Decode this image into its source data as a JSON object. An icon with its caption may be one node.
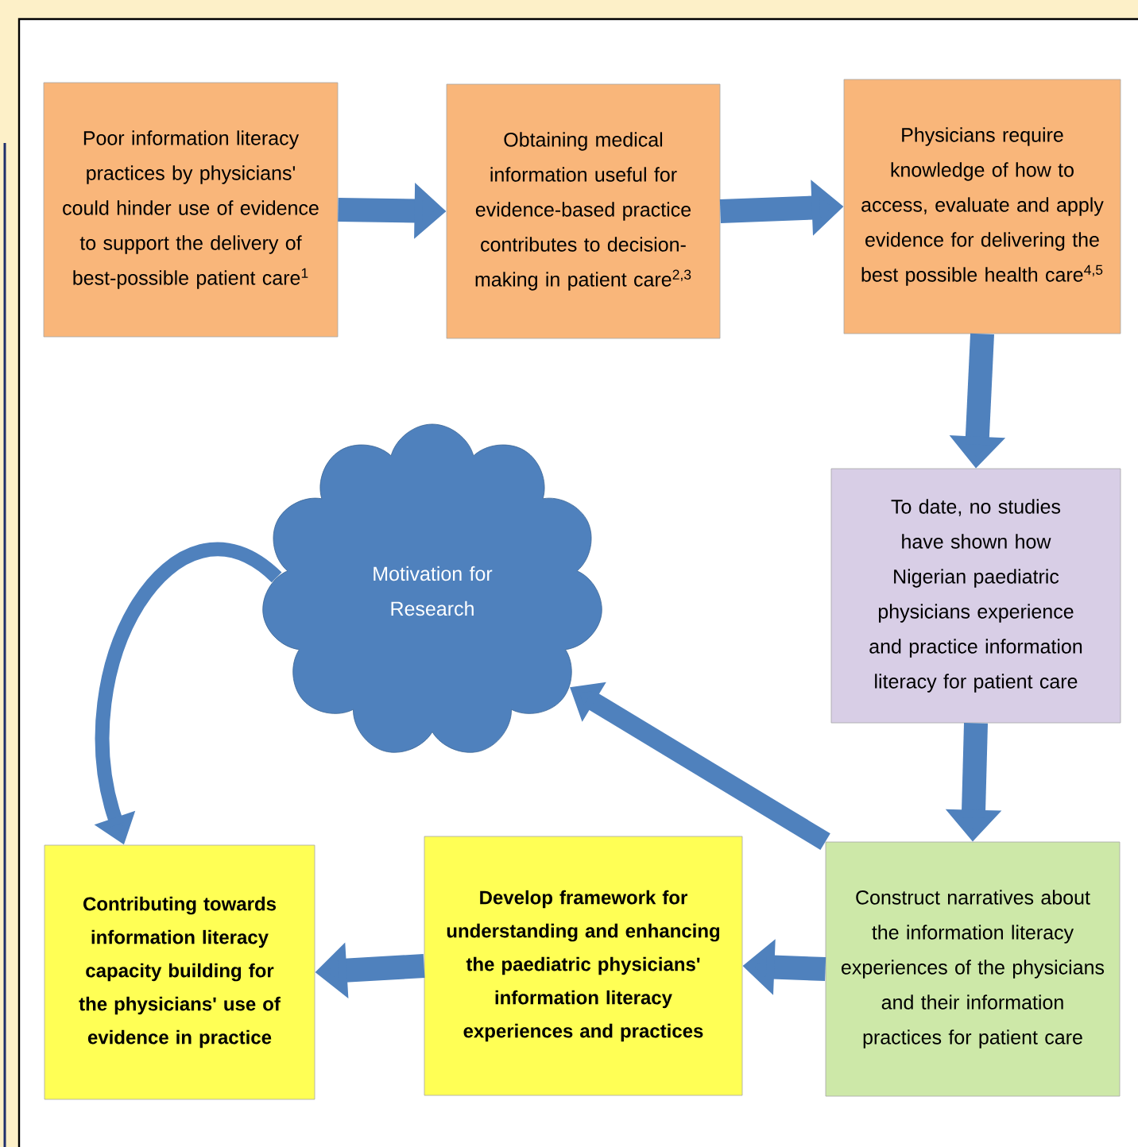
{
  "diagram": {
    "nodes": [
      {
        "text": [
          "Poor information literacy practices by physicians' could hinder use of evidence to support the delivery of best-possible patient care$^{1}$"
        ]
      },
      {
        "text": [
          "Obtaining medical information useful for evidence-based practice contributes to decision-making in patient care$^{2,3}$"
        ]
      },
      {
        "text": [
          "Physicians require knowledge of how to access, evaluate and apply evidence for delivering the best possible health care$^{4,5}$"
        ]
      },
      {
        "text": [
          "Motivation for Research"
        ]
      },
      {
        "text": [
          "To date, no studies have shown how Nigerian paediatric physicians experience and practice information literacy for patient care"
        ]
      },
      {
        "text": [
          "Construct narratives about the information literacy experiences of the physicians and their information practices for patient care"
        ]
      },
      {
        "text": [
          "Develop framework for understanding and enhancing the paediatric physicians' information literacy experiences and practices"
        ]
      },
      {
        "text": [
          "Contributing towards information literacy capacity building for the physicians' use of evidence in practice"
        ]
      }
    ],
    "edges": [
      {
        "from": 0,
        "to": 1,
        "arrow": "to"
      },
      {
        "from": 1,
        "to": 2,
        "arrow": "to"
      },
      {
        "from": 2,
        "to": 4,
        "arrow": "to"
      },
      {
        "from": 4,
        "to": 5,
        "arrow": "to"
      },
      {
        "from": 5,
        "to": 6,
        "arrow": "to"
      },
      {
        "from": 6,
        "to": 7,
        "arrow": "to"
      },
      {
        "from": 5,
        "to": 3,
        "arrow": "to"
      },
      {
        "from": 3,
        "to": 7,
        "arrow": "to"
      }
    ]
  }
}
